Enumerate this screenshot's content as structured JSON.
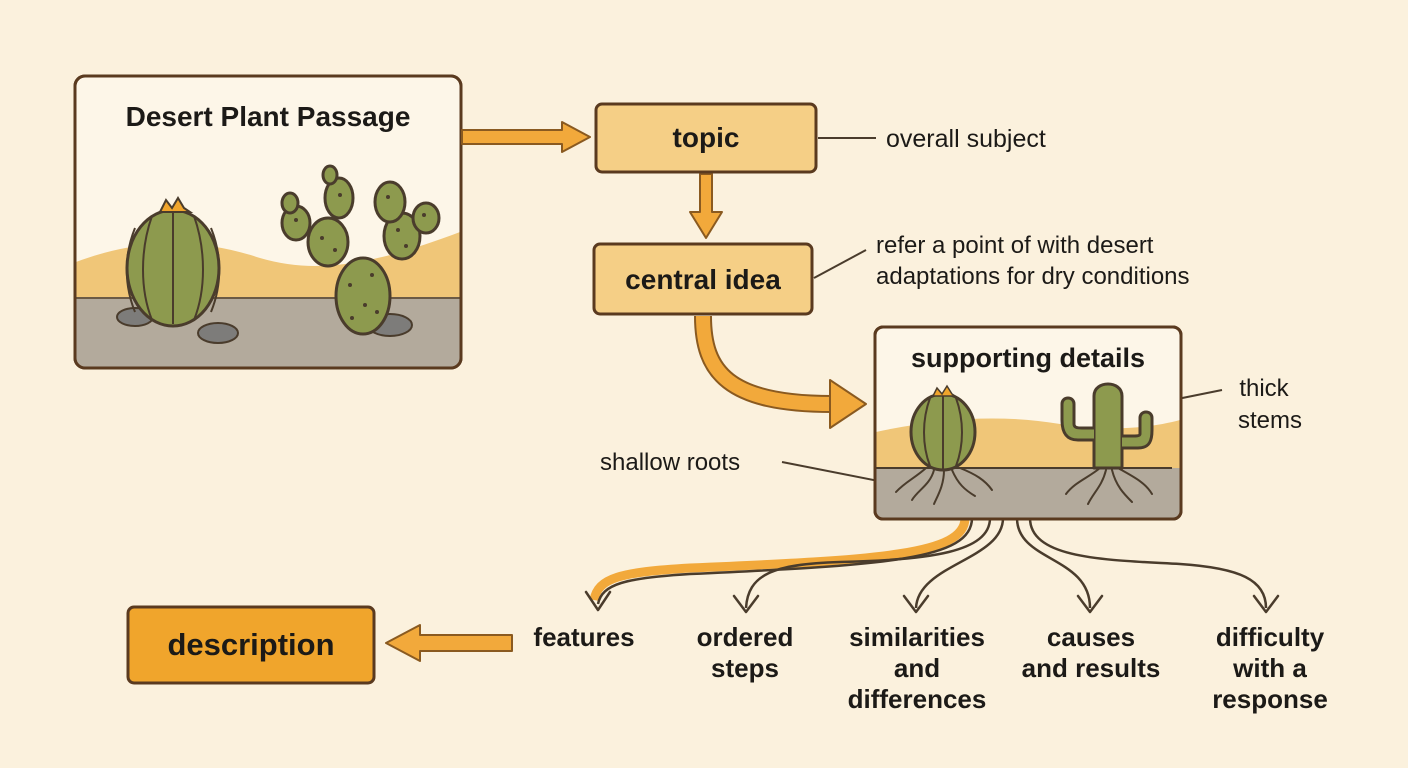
{
  "passage": {
    "title": "Desert Plant Passage"
  },
  "nodes": {
    "topic": "topic",
    "central_idea": "central idea",
    "supporting_details": "supporting details",
    "description": "description"
  },
  "annotations": {
    "overall_subject": "overall subject",
    "central_line_1": "refer a point of with desert",
    "central_line_2": "adaptations for dry conditions",
    "thick_stems_line_1": "thick",
    "thick_stems_line_2": "stems",
    "shallow_roots": "shallow roots"
  },
  "structures": {
    "features": "features",
    "ordered_line_1": "ordered",
    "ordered_line_2": "steps",
    "similar_line_1": "similarities",
    "similar_line_2": "and",
    "similar_line_3": "differences",
    "causes_line_1": "causes",
    "causes_line_2": "and results",
    "difficulty_line_1": "difficulty",
    "difficulty_line_2": "with a",
    "difficulty_line_3": "response"
  },
  "colors": {
    "background": "#fbf1dd",
    "box_fill": "#f5cf86",
    "highlight_fill": "#f0a52c",
    "arrow": "#f2a93b",
    "outline": "#5a3a1f",
    "cactus": "#8d9a4e",
    "sand": "#f0c678",
    "ground": "#b3aa9c"
  }
}
